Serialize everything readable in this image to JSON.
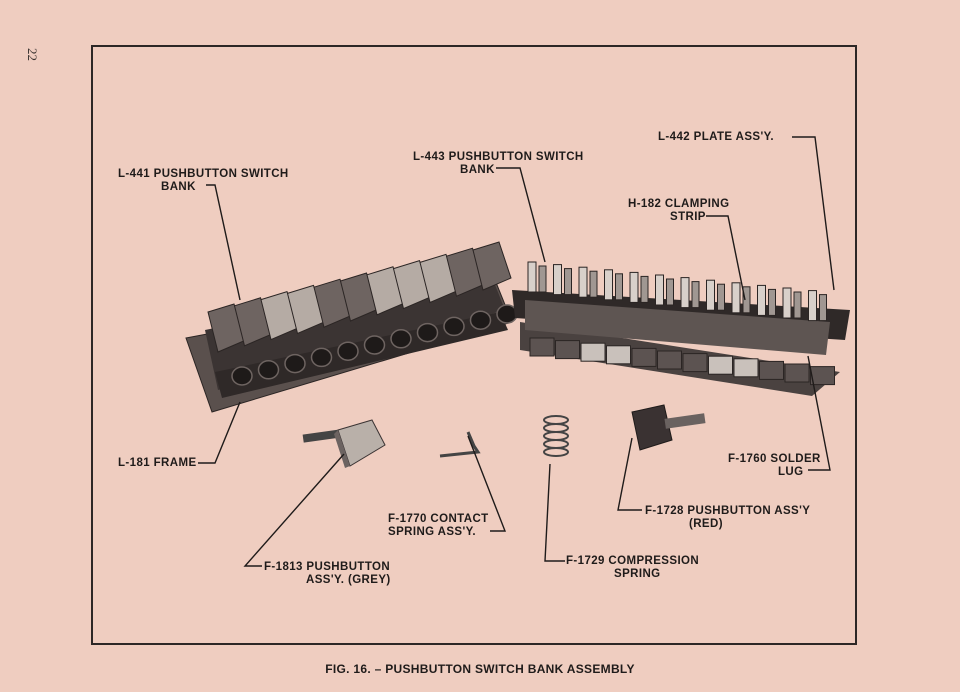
{
  "page_number": "22",
  "caption": "FIG. 16. – PUSHBUTTON SWITCH BANK ASSEMBLY",
  "labels": {
    "l441": [
      "L-441 PUSHBUTTON SWITCH",
      "BANK"
    ],
    "l443": [
      "L-443 PUSHBUTTON SWITCH",
      "BANK"
    ],
    "l442": [
      "L-442 PLATE ASS'Y."
    ],
    "h182": [
      "H-182 CLAMPING",
      "STRIP"
    ],
    "l181": [
      "L-181 FRAME"
    ],
    "f1760": [
      "F-1760 SOLDER",
      "LUG"
    ],
    "f1728": [
      "F-1728 PUSHBUTTON ASS'Y",
      "(RED)"
    ],
    "f1770": [
      "F-1770 CONTACT",
      "SPRING ASS'Y."
    ],
    "f1729": [
      "F-1729 COMPRESSION",
      "SPRING"
    ],
    "f1813": [
      "F-1813 PUSHBUTTON",
      "ASS'Y. (GREY)"
    ]
  },
  "colors": {
    "paper": "#efcdc0",
    "ink": "#1f1b1a",
    "metal_dark": "#3b3433",
    "metal_mid": "#6e6461",
    "button_light": "#b5aba4"
  }
}
